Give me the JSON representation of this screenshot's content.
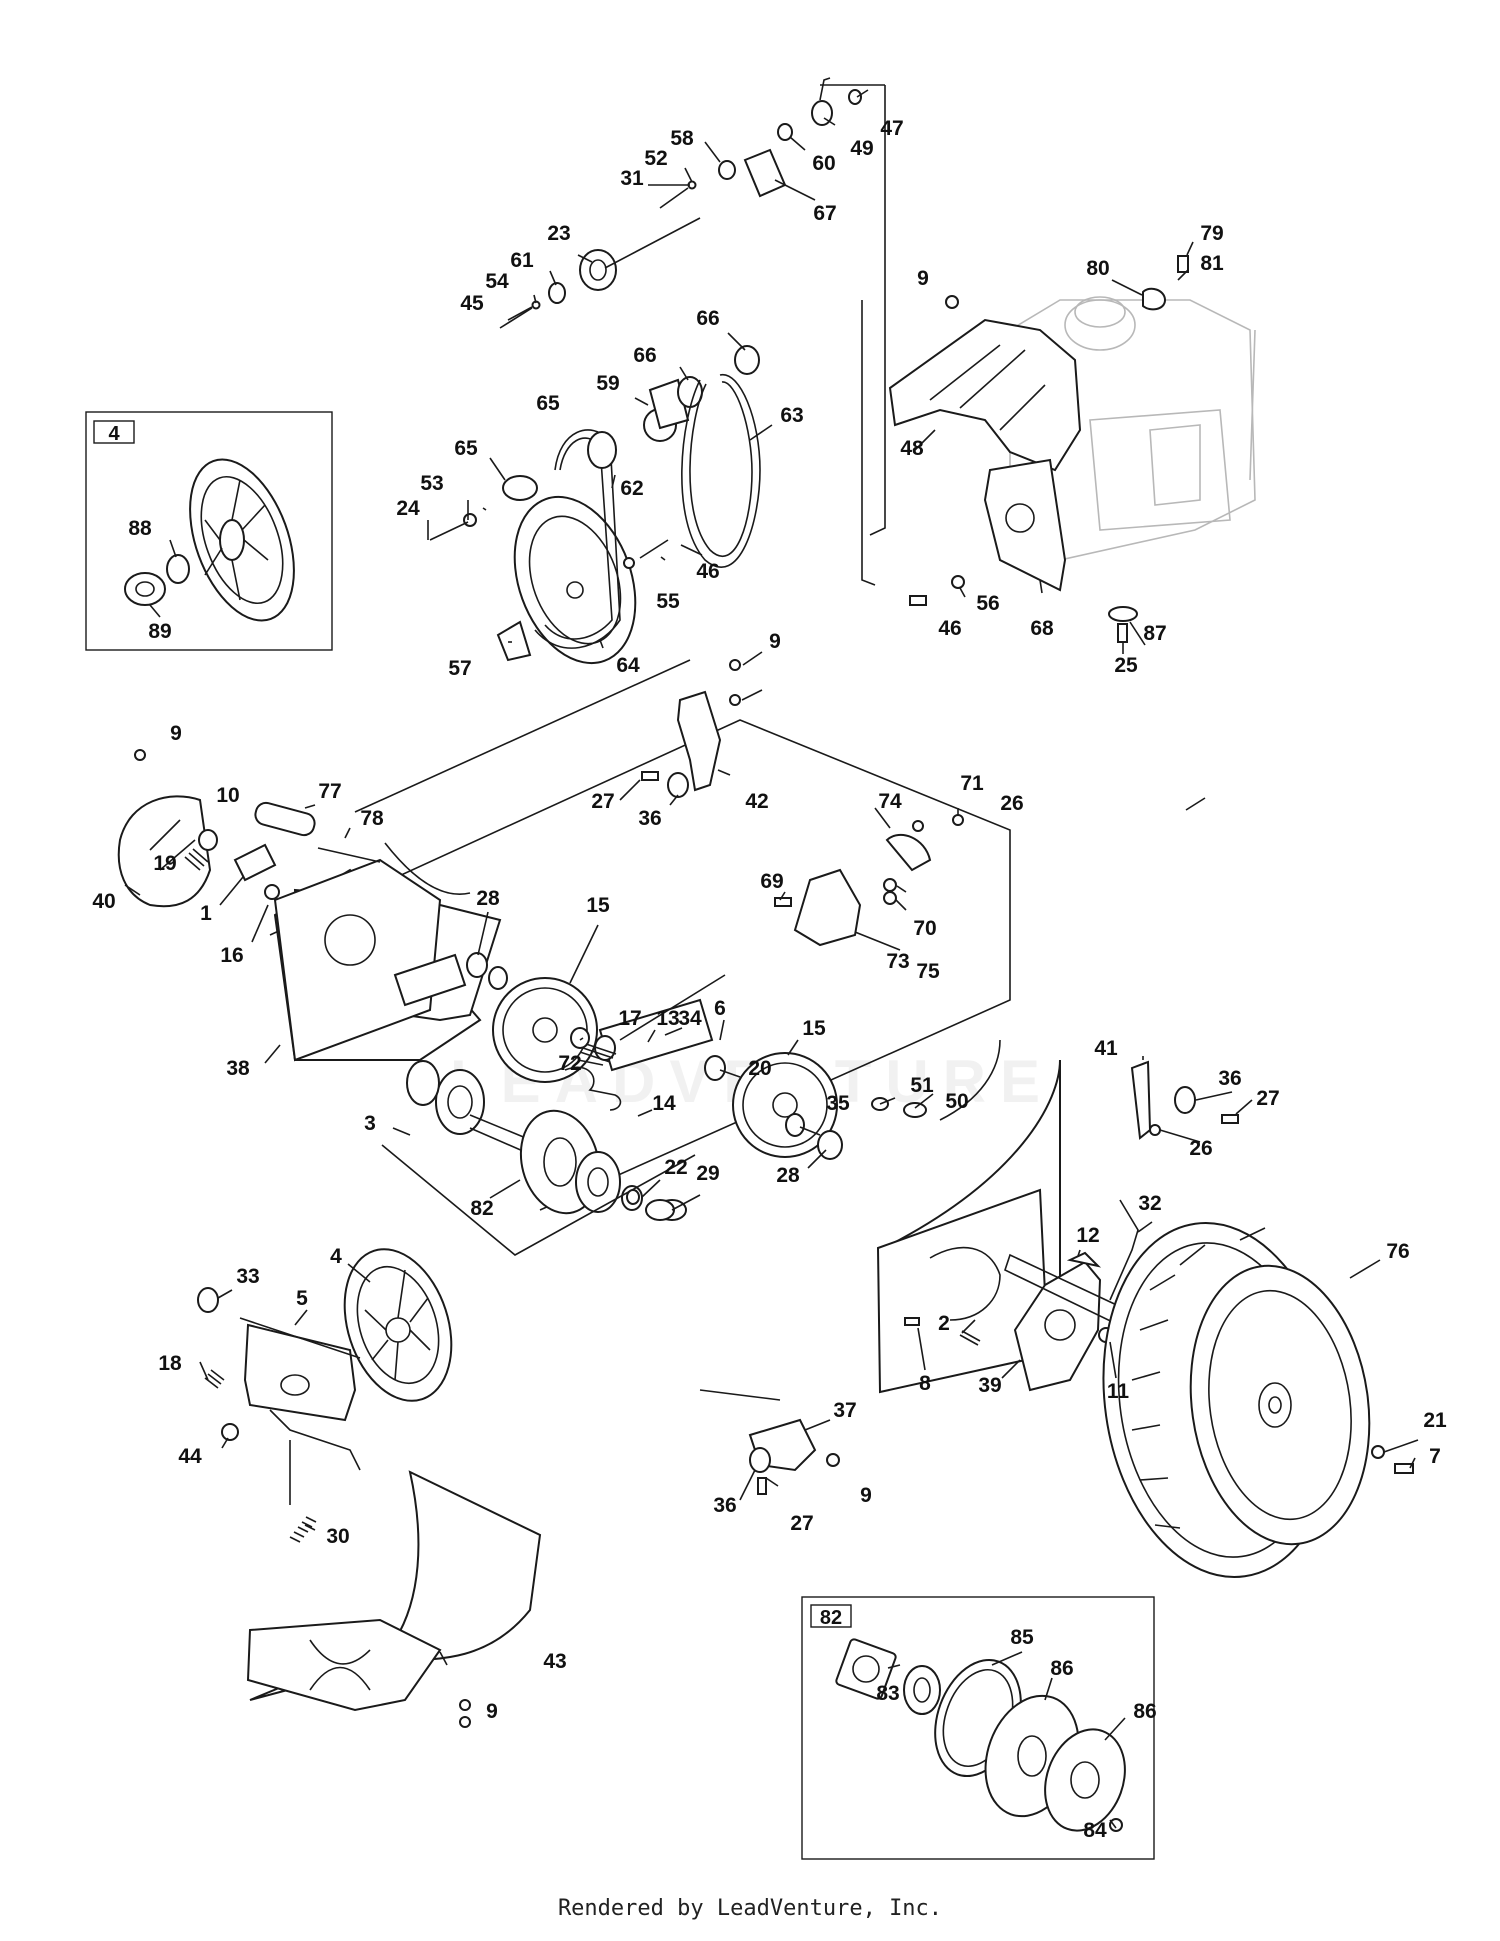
{
  "footer": "Rendered by LeadVenture, Inc.",
  "watermark": "LEADVENTURE",
  "inset_4": {
    "tag": "4",
    "parts": [
      "88",
      "89"
    ]
  },
  "inset_82": {
    "tag": "82",
    "parts": [
      "83",
      "85",
      "86",
      "86",
      "84"
    ]
  },
  "callouts": [
    "1",
    "2",
    "3",
    "4",
    "5",
    "6",
    "7",
    "8",
    "9",
    "10",
    "11",
    "12",
    "13",
    "14",
    "15",
    "16",
    "17",
    "18",
    "19",
    "20",
    "21",
    "22",
    "23",
    "24",
    "25",
    "26",
    "27",
    "28",
    "29",
    "30",
    "31",
    "32",
    "33",
    "34",
    "35",
    "36",
    "37",
    "38",
    "39",
    "40",
    "41",
    "42",
    "43",
    "44",
    "45",
    "46",
    "47",
    "48",
    "49",
    "50",
    "51",
    "52",
    "53",
    "54",
    "55",
    "56",
    "57",
    "58",
    "59",
    "60",
    "61",
    "62",
    "63",
    "64",
    "65",
    "66",
    "67",
    "68",
    "69",
    "70",
    "71",
    "72",
    "73",
    "74",
    "75",
    "76",
    "77",
    "78",
    "79",
    "80",
    "81",
    "82",
    "83",
    "84",
    "85",
    "86",
    "87",
    "88",
    "89"
  ]
}
